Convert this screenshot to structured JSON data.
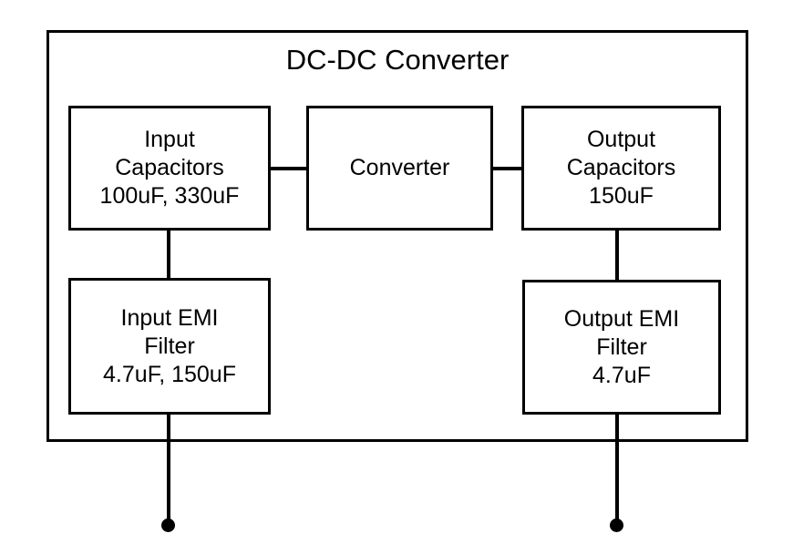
{
  "diagram": {
    "title": "DC-DC Converter",
    "type": "block-diagram",
    "background_color": "#ffffff",
    "line_color": "#000000",
    "blocks": [
      {
        "id": "input-capacitors",
        "lines": [
          "Input",
          "Capacitors",
          "100uF, 330uF"
        ],
        "line1": "Input",
        "line2": "Capacitors",
        "line3": "100uF, 330uF"
      },
      {
        "id": "converter",
        "lines": [
          "Converter"
        ],
        "line1": "Converter",
        "line2": "",
        "line3": ""
      },
      {
        "id": "output-capacitors",
        "lines": [
          "Output",
          "Capacitors",
          "150uF"
        ],
        "line1": "Output",
        "line2": "Capacitors",
        "line3": "150uF"
      },
      {
        "id": "input-emi-filter",
        "lines": [
          "Input EMI",
          "Filter",
          "4.7uF, 150uF"
        ],
        "line1": "Input EMI",
        "line2": "Filter",
        "line3": "4.7uF, 150uF"
      },
      {
        "id": "output-emi-filter",
        "lines": [
          "Output EMI",
          "Filter",
          "4.7uF"
        ],
        "line1": "Output EMI",
        "line2": "Filter",
        "line3": "4.7uF"
      }
    ],
    "connections": [
      {
        "id": "input-capacitors-to-converter",
        "from": "input-capacitors",
        "to": "converter",
        "orientation": "horizontal"
      },
      {
        "id": "converter-to-output-capacitors",
        "from": "converter",
        "to": "output-capacitors",
        "orientation": "horizontal"
      },
      {
        "id": "input-capacitors-to-input-emi-filter",
        "from": "input-capacitors",
        "to": "input-emi-filter",
        "orientation": "vertical"
      },
      {
        "id": "output-capacitors-to-output-emi-filter",
        "from": "output-capacitors",
        "to": "output-emi-filter",
        "orientation": "vertical"
      },
      {
        "id": "input-emi-filter-to-input-terminal",
        "from": "input-emi-filter",
        "to": "input-terminal",
        "orientation": "vertical"
      },
      {
        "id": "output-emi-filter-to-output-terminal",
        "from": "output-emi-filter",
        "to": "output-terminal",
        "orientation": "vertical"
      }
    ],
    "terminals": [
      {
        "id": "input-terminal"
      },
      {
        "id": "output-terminal"
      }
    ]
  }
}
